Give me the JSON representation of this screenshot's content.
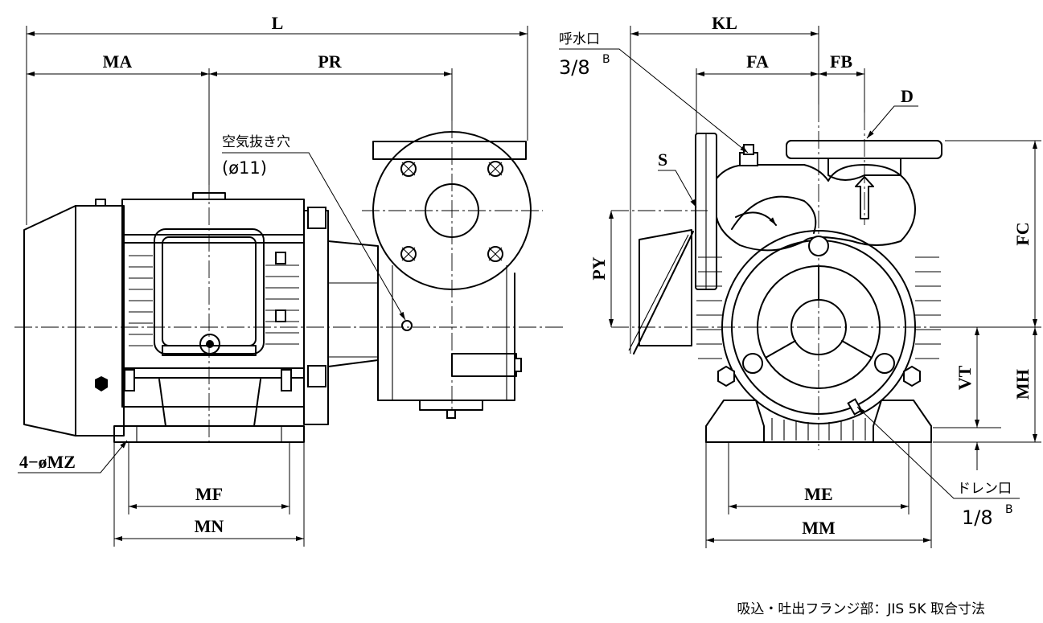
{
  "dimensions": {
    "L": "L",
    "MA": "MA",
    "PR": "PR",
    "KL": "KL",
    "FA": "FA",
    "FB": "FB",
    "D": "D",
    "S": "S",
    "PY": "PY",
    "FC": "FC",
    "VT": "VT",
    "MH": "MH",
    "MF": "MF",
    "MN": "MN",
    "ME": "ME",
    "MM": "MM",
    "mounting_holes": "4−øMZ"
  },
  "callouts": {
    "air_vent_label": "空気抜き穴",
    "air_vent_size": "(ø11)",
    "priming_port_label": "呼水口",
    "priming_port_size": "3/8",
    "priming_port_unit": "B",
    "drain_port_label": "ドレン口",
    "drain_port_size": "1/8",
    "drain_port_unit": "B"
  },
  "footnote": "吸込・吐出フランジ部：JIS 5K 取合寸法"
}
